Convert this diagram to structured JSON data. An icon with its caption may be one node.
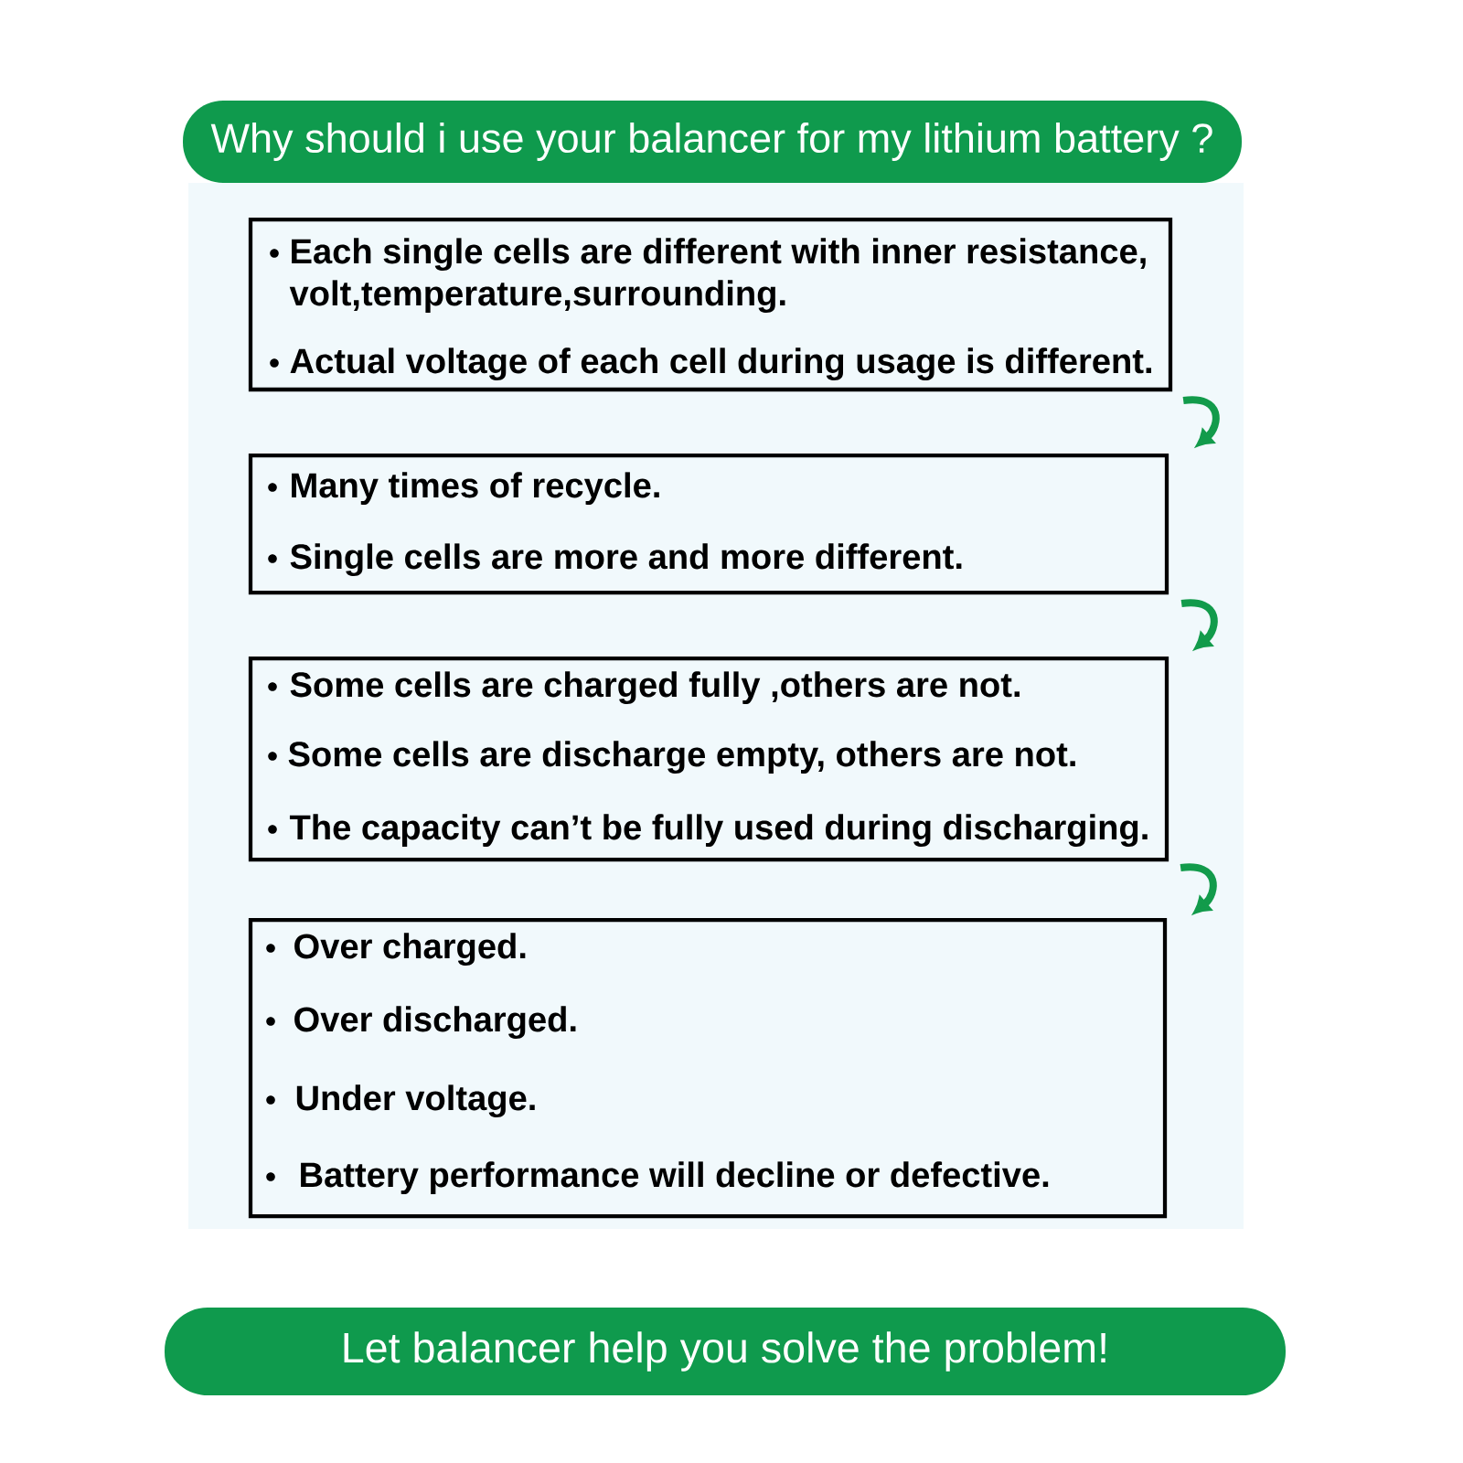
{
  "diagram": {
    "nodes": [
      {
        "text": [
          "Why should i use your balancer for my lithium battery ?"
        ]
      },
      {
        "text": [
          "Each single cells are different with inner resistance, volt,temperature,surrounding.",
          "Actual voltage of each cell during usage is different."
        ]
      },
      {
        "text": [
          "Many times of recycle.",
          "Single cells are more and more different."
        ]
      },
      {
        "text": [
          "Some cells are charged fully ,others are not.",
          "Some cells are discharge empty, others are not.",
          "The capacity can’t be fully used during discharging."
        ]
      },
      {
        "text": [
          "Over charged.",
          "Over discharged.",
          "Under voltage.",
          "Battery performance will decline or defective."
        ]
      },
      {
        "text": [
          "Let balancer help you solve the problem!"
        ]
      }
    ],
    "edges": [
      {
        "from": 1,
        "to": 2,
        "arrow": "to"
      },
      {
        "from": 2,
        "to": 3,
        "arrow": "to"
      },
      {
        "from": 3,
        "to": 4,
        "arrow": "to"
      }
    ]
  }
}
